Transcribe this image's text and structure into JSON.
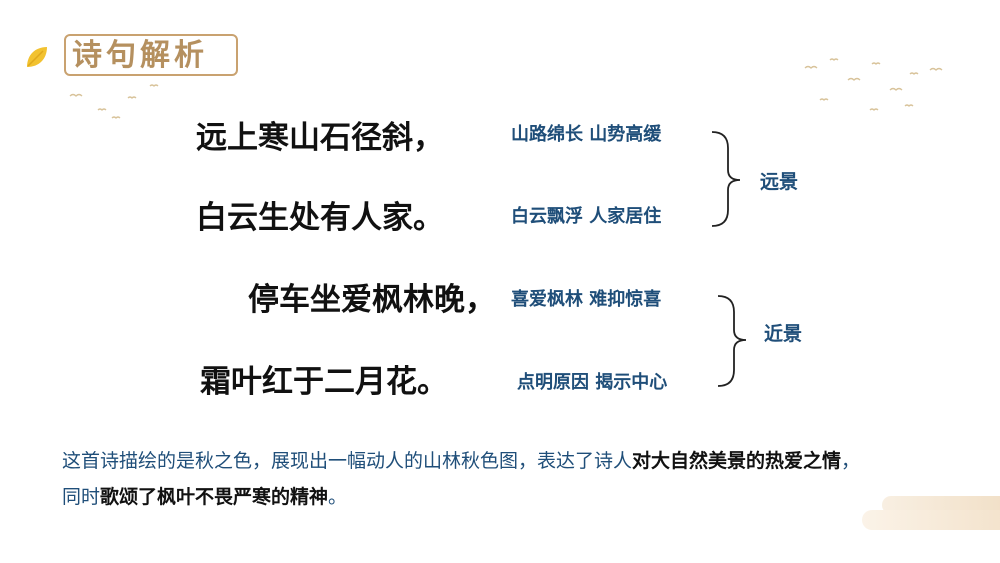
{
  "header": {
    "title": "诗句解析",
    "leaf_icon": "leaf-icon"
  },
  "poem": {
    "lines": [
      "远上寒山石径斜，",
      "白云生处有人家。",
      "停车坐爱枫林晚，",
      "霜叶红于二月花。"
    ]
  },
  "notes": [
    "山路绵长  山势高缓",
    "白云飘浮  人家居住",
    "喜爱枫林  难抑惊喜",
    "点明原因  揭示中心"
  ],
  "groups": {
    "far": "远景",
    "near": "近景"
  },
  "summary": {
    "line1_normal": "这首诗描绘的是秋之色，展现出一幅动人的山林秋色图，表达了诗人",
    "line1_bold": "对大自然美景的热爱之情",
    "line1_end": "，",
    "line2_normal": "同时",
    "line2_bold": "歌颂了枫叶不畏严寒的精神",
    "line2_end": "。"
  },
  "colors": {
    "accent": "#b5905f",
    "leaf": "#f2c230",
    "text_blue": "#1f4e79",
    "text_dark": "#111111"
  }
}
